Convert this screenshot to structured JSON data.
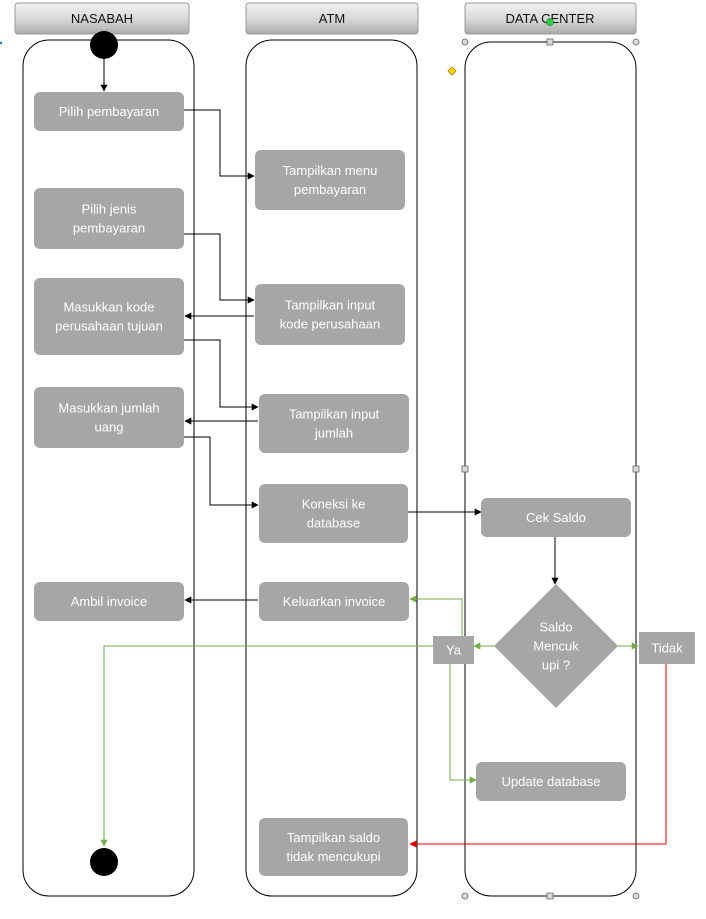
{
  "lanes": [
    {
      "id": "nasabah",
      "title": "NASABAH"
    },
    {
      "id": "atm",
      "title": "ATM"
    },
    {
      "id": "datacenter",
      "title": "DATA CENTER"
    }
  ],
  "nodes": {
    "pilih_pembayaran": {
      "lines": [
        "Pilih pembayaran"
      ]
    },
    "tampilkan_menu": {
      "lines": [
        "Tampilkan menu",
        "pembayaran"
      ]
    },
    "pilih_jenis": {
      "lines": [
        "Pilih jenis",
        "pembayaran"
      ]
    },
    "tampilkan_input_kode": {
      "lines": [
        "Tampilkan input",
        "kode perusahaan"
      ]
    },
    "masukkan_kode": {
      "lines": [
        "Masukkan kode",
        "perusahaan tujuan"
      ]
    },
    "tampilkan_input_jumlah": {
      "lines": [
        "Tampilkan input",
        "jumlah"
      ]
    },
    "masukkan_jumlah": {
      "lines": [
        "Masukkan jumlah",
        "uang"
      ]
    },
    "koneksi": {
      "lines": [
        "Koneksi ke",
        "database"
      ]
    },
    "cek_saldo": {
      "lines": [
        "Cek Saldo"
      ]
    },
    "keluarkan_invoice": {
      "lines": [
        "Keluarkan invoice"
      ]
    },
    "ambil_invoice": {
      "lines": [
        "Ambil invoice"
      ]
    },
    "saldo_decision": {
      "lines": [
        "Saldo",
        "Mencuk",
        "upi ?"
      ]
    },
    "label_ya": {
      "lines": [
        "Ya"
      ]
    },
    "label_tidak": {
      "lines": [
        "Tidak"
      ]
    },
    "update_db": {
      "lines": [
        "Update database"
      ]
    },
    "saldo_tidak_cukup": {
      "lines": [
        "Tampilkan saldo",
        "tidak mencukupi"
      ]
    }
  },
  "colors": {
    "box_fill": "#a6a6a6",
    "lane_stroke": "#000000",
    "header_fill": "#d9d9d9",
    "flow_black": "#000000",
    "flow_green": "#70ad47",
    "flow_red": "#e00000",
    "start_end": "#000000"
  }
}
